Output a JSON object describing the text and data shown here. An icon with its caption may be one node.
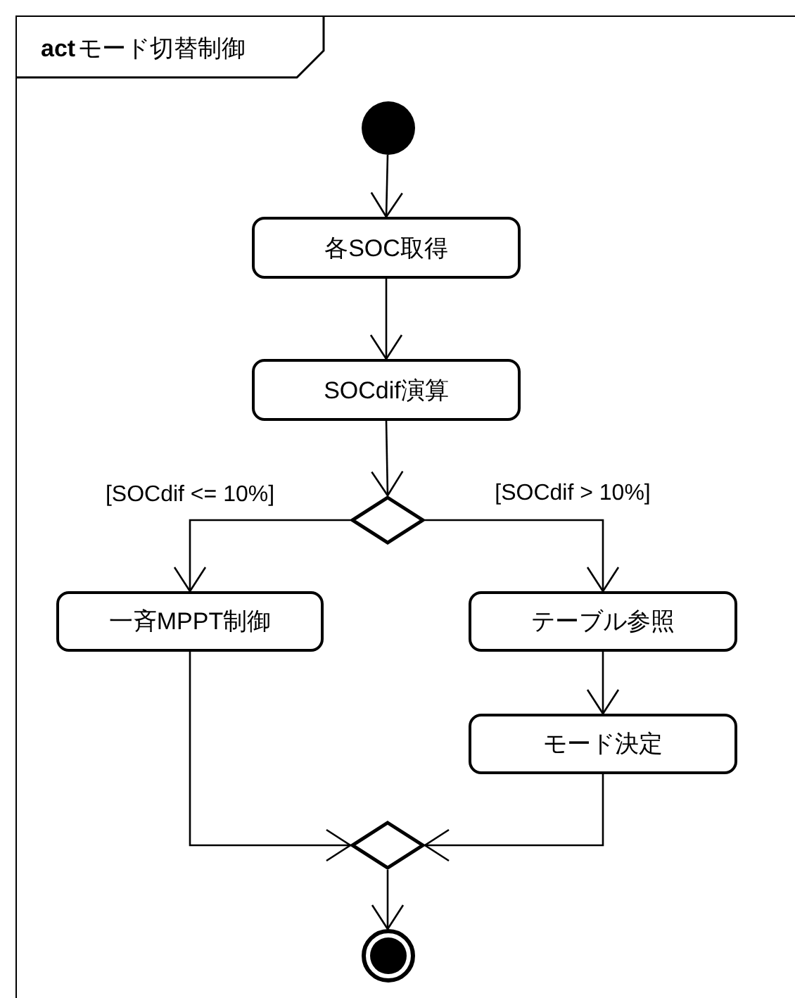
{
  "diagram": {
    "nodes": [
      {
        "text": [
          "**act**モード切替制御"
        ]
      },
      {
        "text": [],
        "shape": "circle",
        "in": 0
      },
      {
        "text": [
          "各SOC取得"
        ],
        "in": 0
      },
      {
        "text": [
          "SOCdif演算"
        ],
        "in": 0
      },
      {
        "text": [],
        "shape": "diamond",
        "in": 0
      },
      {
        "text": [
          "一斉MPPT制御"
        ],
        "in": 0
      },
      {
        "text": [
          "テーブル参照"
        ],
        "in": 0
      },
      {
        "text": [
          "モード決定"
        ],
        "in": 0
      },
      {
        "text": [],
        "shape": "diamond",
        "in": 0
      },
      {
        "text": [],
        "shape": "bullseye",
        "in": 0
      }
    ],
    "edges": [
      {
        "from": 1,
        "to": 2,
        "arrow": "to"
      },
      {
        "from": 2,
        "to": 3,
        "arrow": "to"
      },
      {
        "from": 3,
        "to": 4,
        "arrow": "to"
      },
      {
        "from": 4,
        "to": 5,
        "arrow": "to",
        "label": "[SOCdif <= 10%]"
      },
      {
        "from": 4,
        "to": 6,
        "arrow": "to",
        "label": "[SOCdif > 10%]"
      },
      {
        "from": 6,
        "to": 7,
        "arrow": "to"
      },
      {
        "from": 5,
        "to": 8,
        "arrow": "to"
      },
      {
        "from": 7,
        "to": 8,
        "arrow": "to"
      },
      {
        "from": 8,
        "to": 9,
        "arrow": "to"
      }
    ]
  }
}
